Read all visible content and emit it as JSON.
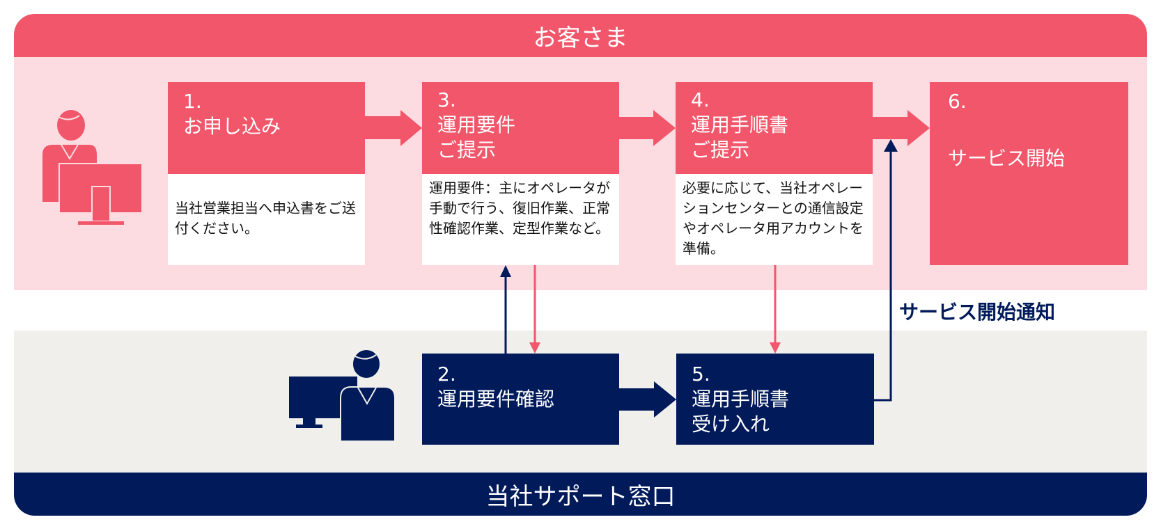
{
  "customer_lane": {
    "title": "お客さま"
  },
  "support_lane": {
    "title": "当社サポート窓口"
  },
  "steps": [
    {
      "num": "1.",
      "title": "お申し込み",
      "desc": "当社営業担当へ申込書をご送付ください。"
    },
    {
      "num": "2.",
      "title": "運用要件確認"
    },
    {
      "num": "3.",
      "title_lines": [
        "運用要件",
        "ご提示"
      ],
      "desc": "運用要件：主にオペレータが手動で行う、復旧作業、正常性確認作業、定型作業など。"
    },
    {
      "num": "4.",
      "title_lines": [
        "運用手順書",
        "ご提示"
      ],
      "desc": "必要に応じて、当社オペレーションセンターとの通信設定やオペレータ用アカウントを準備。"
    },
    {
      "num": "5.",
      "title_lines": [
        "運用手順書",
        "受け入れ"
      ]
    },
    {
      "num": "6.",
      "title": "サービス開始"
    }
  ],
  "notice_label": "サービス開始通知",
  "colors": {
    "customer": "#f2566b",
    "customer_band": "#fcdce1",
    "support": "#001a5a",
    "support_band": "#f0efeb"
  }
}
